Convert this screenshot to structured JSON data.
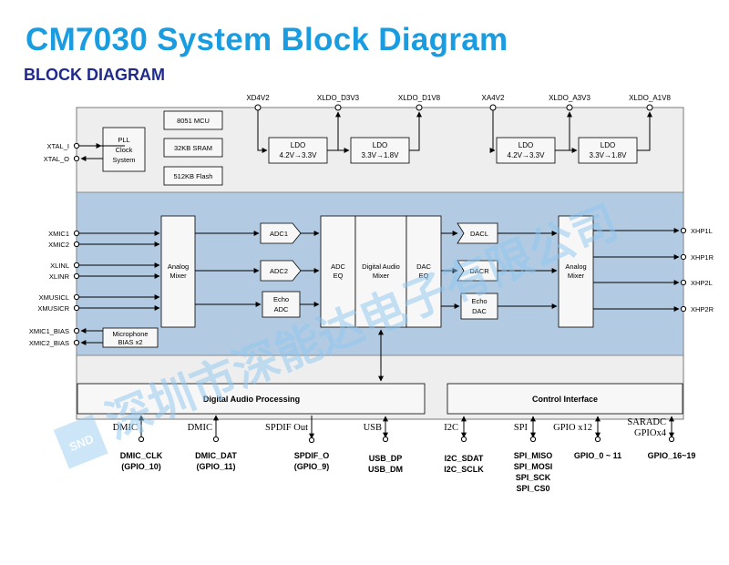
{
  "title": "CM7030 System Block Diagram",
  "subtitle": "BLOCK DIAGRAM",
  "watermark": {
    "text": "深圳市深能达电子有限公司",
    "logo": "SND"
  },
  "power": {
    "xd4v2": "XD4V2",
    "xldo_d3v3": "XLDO_D3V3",
    "xldo_d1v8": "XLDO_D1V8",
    "xa4v2": "XA4V2",
    "xldo_a3v3": "XLDO_A3V3",
    "xldo_a1v8": "XLDO_A1V8",
    "ldo_label": "LDO",
    "ldo_d1_range": "4.2V→3.3V",
    "ldo_d2_range": "3.3V→1.8V",
    "ldo_a1_range": "4.2V→3.3V",
    "ldo_a2_range": "3.3V→1.8V"
  },
  "blocks": {
    "mcu": "8051 MCU",
    "sram": "32KB SRAM",
    "flash": "512KB Flash",
    "pll": [
      "PLL",
      "Clock",
      "System"
    ],
    "analog_mixer": [
      "Analog",
      "Mixer"
    ],
    "adc1": "ADC1",
    "adc2": "ADC2",
    "echo_adc": [
      "Echo",
      "ADC"
    ],
    "adc_eq": [
      "ADC",
      "EQ"
    ],
    "dam": [
      "Digital Audio",
      "Mixer"
    ],
    "dac_eq": [
      "DAC",
      "EQ"
    ],
    "dacl": "DACL",
    "dacr": "DACR",
    "echo_dac": [
      "Echo",
      "DAC"
    ],
    "mic_bias": [
      "Microphone",
      "BIAS x2"
    ],
    "dap": "Digital Audio Processing",
    "ctrl": "Control Interface"
  },
  "left_pins": {
    "xtal_i": "XTAL_I",
    "xtal_o": "XTAL_O",
    "xmic1": "XMIC1",
    "xmic2": "XMIC2",
    "xlinl": "XLINL",
    "xlinr": "XLINR",
    "xmusicl": "XMUSICL",
    "xmusicr": "XMUSICR",
    "xmic1_bias": "XMIC1_BIAS",
    "xmic2_bias": "XMIC2_BIAS"
  },
  "right_pins": {
    "xhp1l": "XHP1L",
    "xhp1r": "XHP1R",
    "xhp2l": "XHP2L",
    "xhp2r": "XHP2R"
  },
  "bottom": {
    "dmic1": "DMIC",
    "dmic2": "DMIC",
    "spdif": "SPDIF Out",
    "usb": "USB",
    "i2c": "I2C",
    "spi": "SPI",
    "gpio": "GPIO x12",
    "saradc": [
      "SARADC",
      "GPIOx4"
    ],
    "dmic_clk": [
      "DMIC_CLK",
      "(GPIO_10)"
    ],
    "dmic_dat": [
      "DMIC_DAT",
      "(GPIO_11)"
    ],
    "spdif_o": [
      "SPDIF_O",
      "(GPIO_9)"
    ],
    "usb_pins": [
      "USB_DP",
      "USB_DM"
    ],
    "i2c_pins": [
      "I2C_SDAT",
      "I2C_SCLK"
    ],
    "spi_pins": [
      "SPI_MISO",
      "SPI_MOSI",
      "SPI_SCK",
      "SPI_CS0"
    ],
    "gpio_pins": "GPIO_0 ~ 11",
    "gpio_hi": "GPIO_16~19"
  },
  "colors": {
    "title": "#1a9ce0",
    "subtitle": "#1f2a8c",
    "audio_band": "#b3cbe2",
    "panel": "#eeeeee",
    "watermark": "#8fc7f0"
  }
}
